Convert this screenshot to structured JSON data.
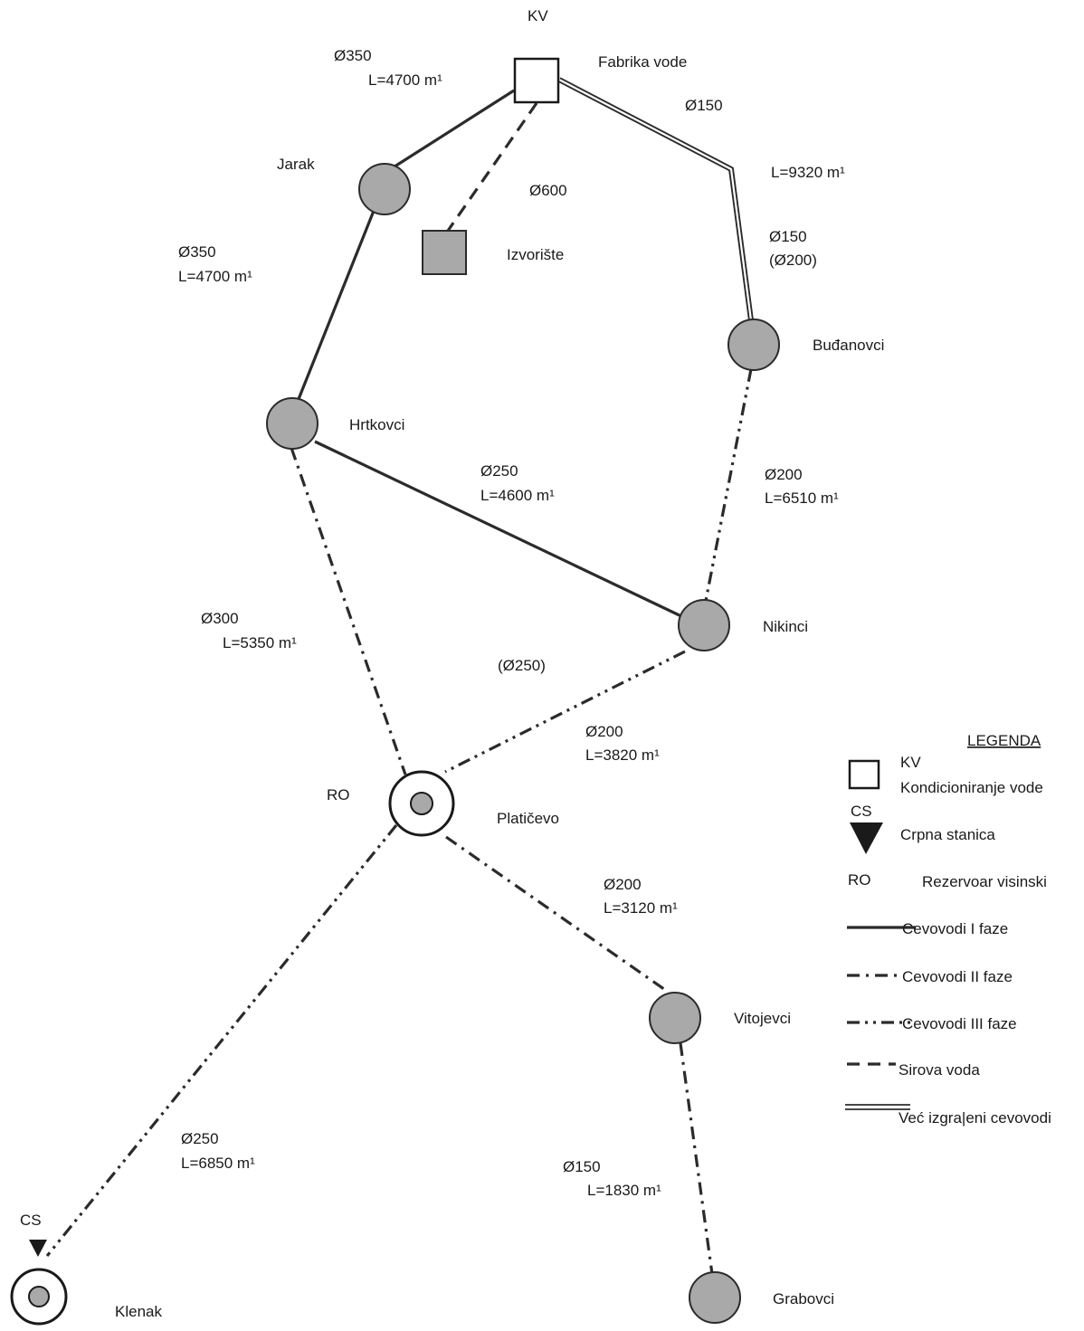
{
  "nodes": {
    "kv_code": "KV",
    "fabrika": "Fabrika vode",
    "jarak": "Jarak",
    "izvoriste": "Izvorište",
    "budjanovci": "Buđanovci",
    "hrtkovci": "Hrtkovci",
    "nikinci": "Nikinci",
    "ro_code": "RO",
    "platicevo": "Platičevo",
    "vitojevci": "Vitojevci",
    "grabovci": "Grabovci",
    "cs_code": "CS",
    "klenak": "Klenak"
  },
  "pipes": {
    "kv_jarak": {
      "dia": "Ø350",
      "len": "L=4700 m¹",
      "phase": "I"
    },
    "jarak_hrtkovci": {
      "dia": "Ø350",
      "len": "L=4700 m¹",
      "phase": "I"
    },
    "kv_izvoriste": {
      "dia": "Ø600",
      "phase": "raw"
    },
    "kv_budjanovci": {
      "dia_top": "Ø150",
      "len": "L=9320 m¹",
      "dia_mid": "Ø150",
      "dia_alt": "(Ø200)",
      "phase": "built"
    },
    "budjanovci_nikinci": {
      "dia": "Ø200",
      "len": "L=6510 m¹",
      "phase": "III"
    },
    "hrtkovci_nikinci": {
      "dia": "Ø250",
      "len": "L=4600 m¹",
      "phase": "I"
    },
    "hrtkovci_platicevo": {
      "dia": "Ø300",
      "len": "L=5350 m¹",
      "phase": "II"
    },
    "nikinci_platicevo": {
      "dia_alt": "(Ø250)",
      "dia": "Ø200",
      "len": "L=3820 m¹",
      "phase": "III"
    },
    "platicevo_vitojevci": {
      "dia": "Ø200",
      "len": "L=3120 m¹",
      "phase": "II"
    },
    "vitojevci_grabovci": {
      "dia": "Ø150",
      "len": "L=1830 m¹",
      "phase": "II"
    },
    "platicevo_klenak": {
      "dia": "Ø250",
      "len": "L=6850 m¹",
      "phase": "III"
    }
  },
  "legend": {
    "title": "LEGENDA",
    "kv_code": "KV",
    "kv_label": "Kondicioniranje vode",
    "cs_code": "CS",
    "cs_label": "Crpna stanica",
    "ro_code": "RO",
    "ro_label": "Rezervoar visinski",
    "phase1": "Cevovodi I faze",
    "phase2": "Cevovodi II faze",
    "phase3": "Cevovodi III faze",
    "raw": "Sirova voda",
    "built": "Već izgra|eni cevovodi"
  },
  "colors": {
    "line": "#2b2b2b",
    "node_fill": "#a9a9a9",
    "background": "#ffffff"
  }
}
